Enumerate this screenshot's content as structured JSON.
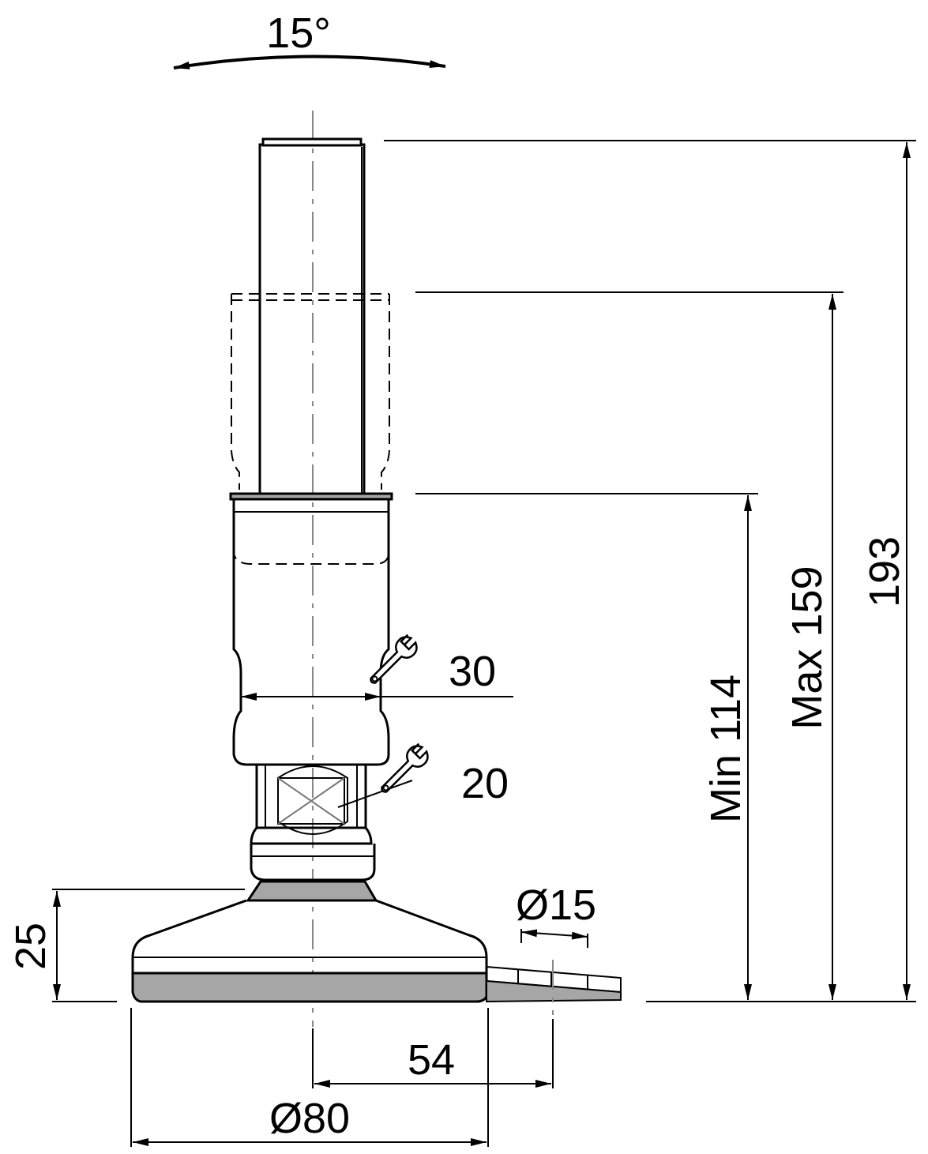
{
  "dimensions": {
    "tilt_angle": "15°",
    "total_height": "193",
    "max_height": "Max 159",
    "min_height": "Min 114",
    "wrench_upper": "30",
    "wrench_lower": "20",
    "base_height": "25",
    "hole_diameter": "Ø15",
    "hole_offset": "54",
    "base_diameter": "Ø80"
  },
  "icons": {
    "wrench_upper": "wrench-icon",
    "wrench_lower": "wrench-icon"
  },
  "colors": {
    "line": "#000000",
    "base_fill": "#a6a6a6",
    "centerline": "#888888"
  }
}
